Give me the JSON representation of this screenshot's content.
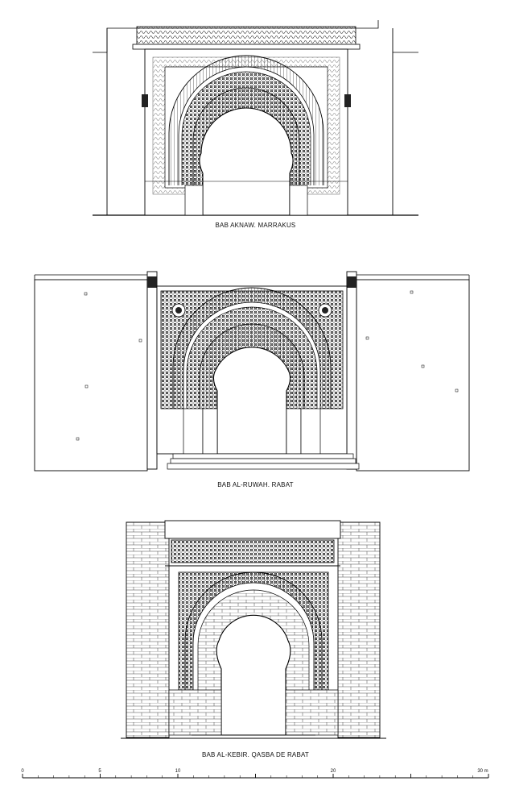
{
  "drawings": [
    {
      "id": "bab-aknaw",
      "caption": "BAB AKNAW. MARRAKUS"
    },
    {
      "id": "bab-al-ruwah",
      "caption": "BAB AL-RUWAH. RABAT"
    },
    {
      "id": "bab-al-kebir",
      "caption": "BAB AL-KEBIR. QASBA DE RABAT"
    }
  ],
  "scale_bar": {
    "labels": [
      "0",
      "5",
      "10",
      "20",
      "30 m"
    ]
  }
}
